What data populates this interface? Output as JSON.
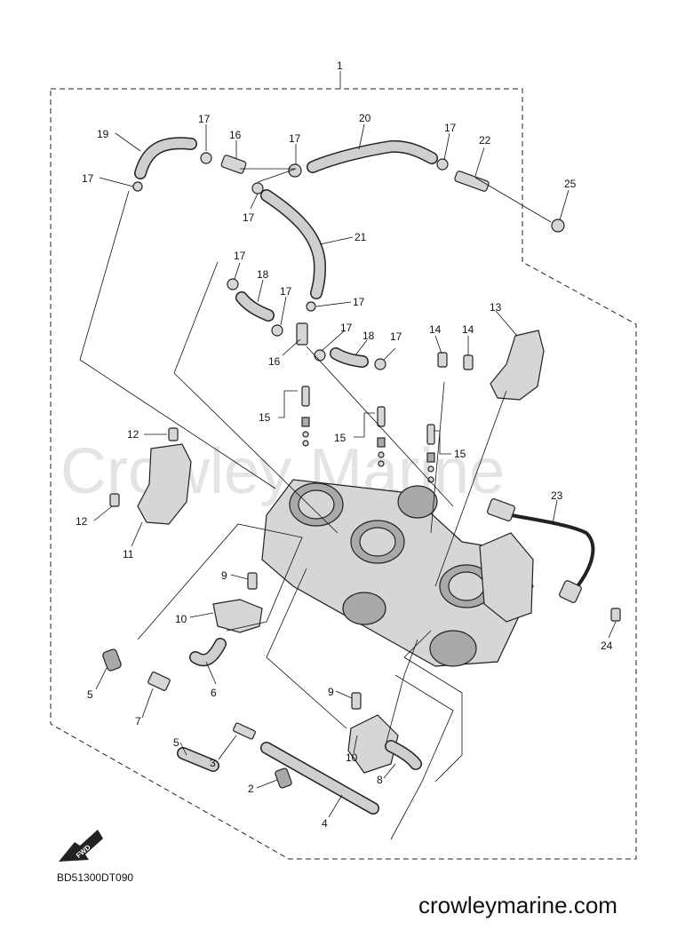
{
  "watermark": "Crowley Marine",
  "drawing_code": "BD51300DT090",
  "site": "crowleymarine.com",
  "fwd_label": "FWD",
  "callouts": {
    "c1": "1",
    "c2": "2",
    "c3": "3",
    "c4": "4",
    "c5a": "5",
    "c5b": "5",
    "c6": "6",
    "c7": "7",
    "c8": "8",
    "c9a": "9",
    "c9b": "9",
    "c10a": "10",
    "c10b": "10",
    "c11": "11",
    "c12a": "12",
    "c12b": "12",
    "c13": "13",
    "c14a": "14",
    "c14b": "14",
    "c15a": "15",
    "c15b": "15",
    "c15c": "15",
    "c16a": "16",
    "c16b": "16",
    "c17a": "17",
    "c17b": "17",
    "c17c": "17",
    "c17d": "17",
    "c17e": "17",
    "c17f": "17",
    "c17g": "17",
    "c17h": "17",
    "c17i": "17",
    "c17j": "17",
    "c18a": "18",
    "c18b": "18",
    "c19": "19",
    "c20": "20",
    "c21": "21",
    "c22": "22",
    "c23": "23",
    "c24": "24",
    "c25": "25"
  }
}
